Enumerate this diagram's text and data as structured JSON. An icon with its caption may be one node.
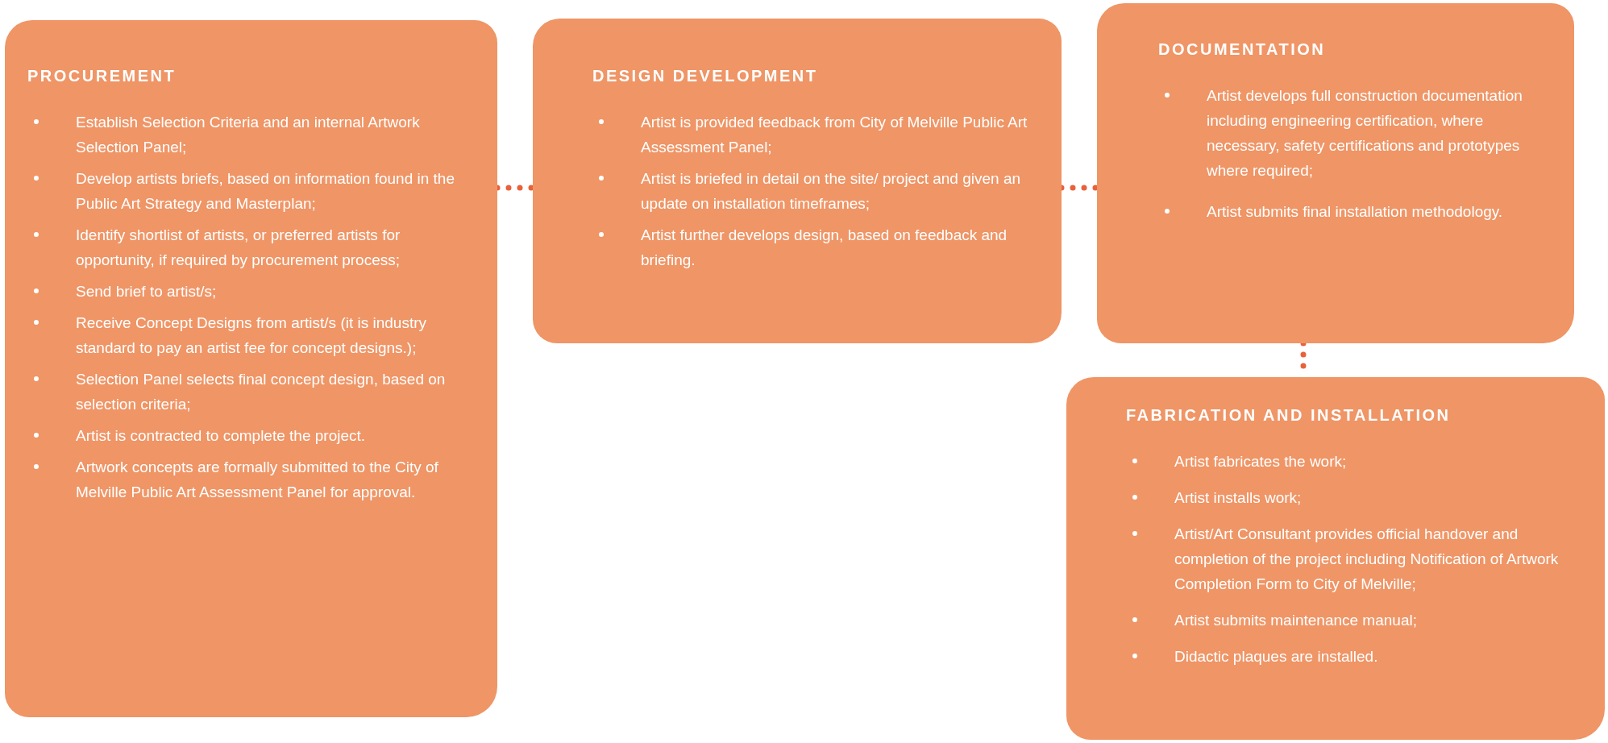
{
  "diagram": {
    "nodes": [
      {
        "text": [
          "PROCUREMENT",
          "Establish Selection Criteria and an internal Artwork Selection Panel;",
          "Develop artists briefs, based on information found in the Public Art Strategy and Masterplan;",
          "Identify shortlist of artists, or preferred artists for opportunity, if required by procurement process;",
          "Send brief to artist/s;",
          "Receive Concept Designs from artist/s (it is industry standard to pay an artist fee for concept designs.);",
          "Selection Panel selects final concept design, based on selection criteria;",
          "Artist is contracted to complete the project.",
          "Artwork concepts are formally submitted to the City of Melville Public Art Assessment Panel for approval."
        ]
      },
      {
        "text": [
          "DESIGN DEVELOPMENT",
          "Artist is provided feedback from City of Melville Public Art Assessment Panel;",
          "Artist is briefed in detail on the site/ project and given an update on installation timeframes;",
          "Artist further develops design, based on feedback and briefing."
        ]
      },
      {
        "text": [
          "DOCUMENTATION",
          "Artist develops full construction documentation including engineering certification, where necessary, safety certifications and prototypes where required;",
          "Artist submits final installation methodology."
        ]
      },
      {
        "text": [
          "FABRICATION AND INSTALLATION",
          "Artist fabricates the work;",
          "Artist installs work;",
          "Artist/Art Consultant provides official handover and completion of the project including Notification of Artwork Completion Form to City of Melville;",
          "Artist submits maintenance manual;",
          "Didactic plaques are installed."
        ]
      }
    ],
    "edges": [
      {
        "from": 0,
        "to": 1,
        "arrow": "none",
        "style": "dashed"
      },
      {
        "from": 1,
        "to": 2,
        "arrow": "none",
        "style": "dashed"
      },
      {
        "from": 2,
        "to": 3,
        "arrow": "none",
        "style": "dashed"
      }
    ]
  }
}
